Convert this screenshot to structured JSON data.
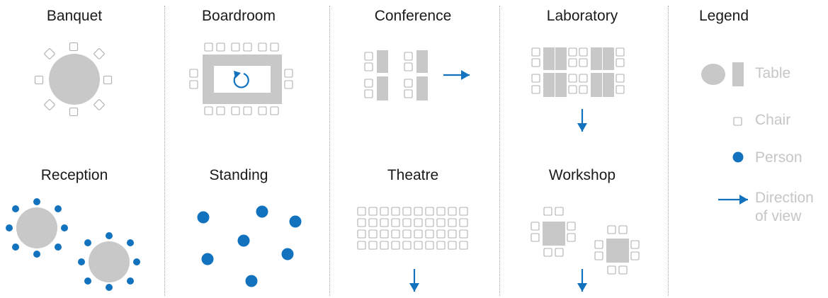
{
  "colors": {
    "table": "#c8c8c8",
    "chair_stroke": "#b0b0b0",
    "person": "#1272bd",
    "arrow": "#1272bd",
    "label": "#1a1a1a",
    "legend_text": "#c6c6c6",
    "separator": "#a8a8a8"
  },
  "layouts": {
    "banquet": "Banquet",
    "boardroom": "Boardroom",
    "conference": "Conference",
    "laboratory": "Laboratory",
    "reception": "Reception",
    "standing": "Standing",
    "theatre": "Theatre",
    "workshop": "Workshop"
  },
  "legend": {
    "title": "Legend",
    "table": "Table",
    "chair": "Chair",
    "person": "Person",
    "direction_line1": "Direction",
    "direction_line2": "of view"
  },
  "icons": [
    "table-icon",
    "chair-icon",
    "person-icon",
    "direction-arrow-icon",
    "rotate-icon"
  ]
}
